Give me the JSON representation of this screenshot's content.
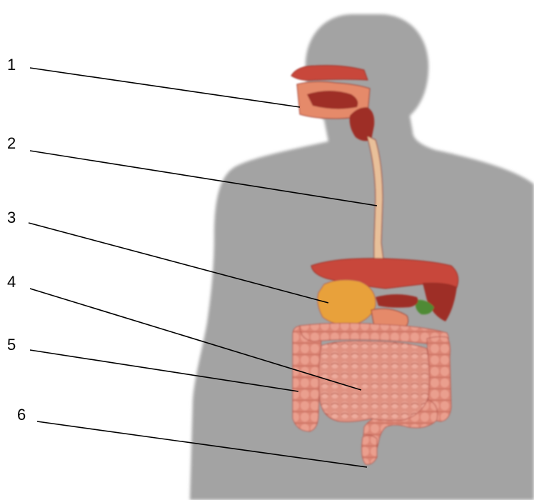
{
  "labels": [
    "1",
    "2",
    "3",
    "4",
    "5",
    "6"
  ],
  "colors": {
    "silhouette": "#a3a3a3",
    "organ_red": "#c8463a",
    "organ_dark": "#9e2f26",
    "organ_light": "#e58a6a",
    "intestine": "#df8c7c",
    "intestine_dark": "#b85a50",
    "stomach": "#e8a13a",
    "gall": "#4f8a34",
    "esophagus": "#e8c09a",
    "leader": "#000000"
  }
}
